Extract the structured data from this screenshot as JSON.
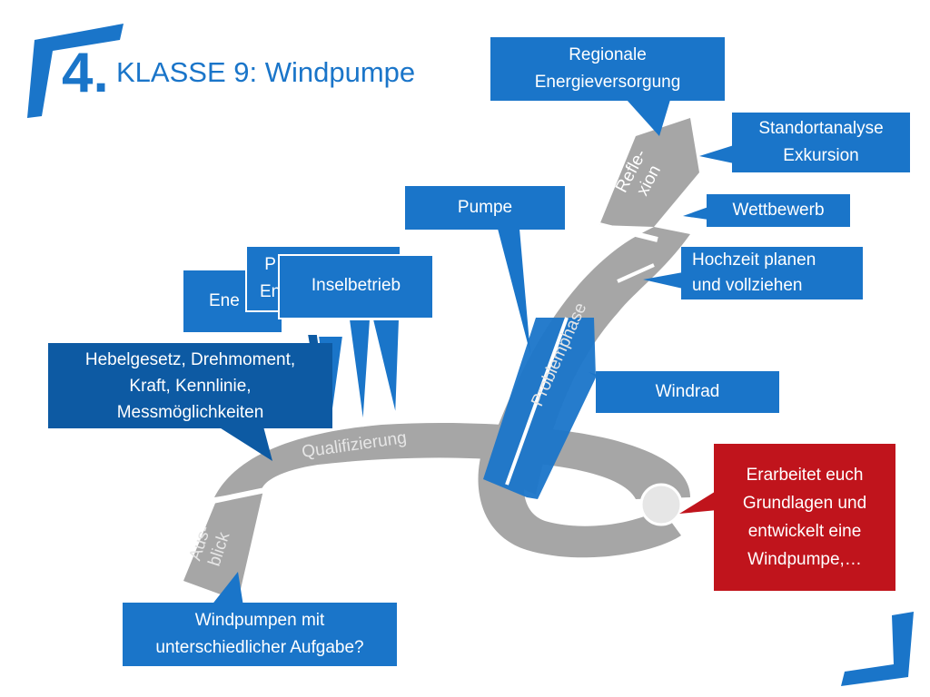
{
  "header": {
    "number": "4.",
    "title": "KLASSE 9: Windpumpe"
  },
  "path_labels": {
    "ausblick": "Aus-\nblick",
    "qualifizierung": "Qualifizierung",
    "problemphase": "Problemphase",
    "reflexion": "Refle-\nxion"
  },
  "callouts": {
    "regionale": "Regionale\nEnergieversorgung",
    "standort": "Standortanalyse\nExkursion",
    "wettbewerb": "Wettbewerb",
    "hochzeit": "Hochzeit planen\nund vollziehen",
    "pumpe": "Pumpe",
    "windrad": "Windrad",
    "inselbetrieb": "Inselbetrieb",
    "stacked_back": "P\nEn",
    "stacked_mid": "Ene",
    "hebel": "Hebelgesetz, Drehmoment,\nKraft, Kennlinie,\nMessmöglichkeiten",
    "erarbeitet": "Erarbeitet euch\nGrundlagen und\nentwickelt eine\nWindpumpe,…",
    "windpumpen": "Windpumpen mit\nunterschiedlicher Aufgabe?"
  },
  "colors": {
    "accent": "#1a75c9",
    "dark_blue": "#0d5aa3",
    "red": "#c0141c",
    "path_gray": "#a6a6a6",
    "label_light": "#e6e6e6"
  }
}
